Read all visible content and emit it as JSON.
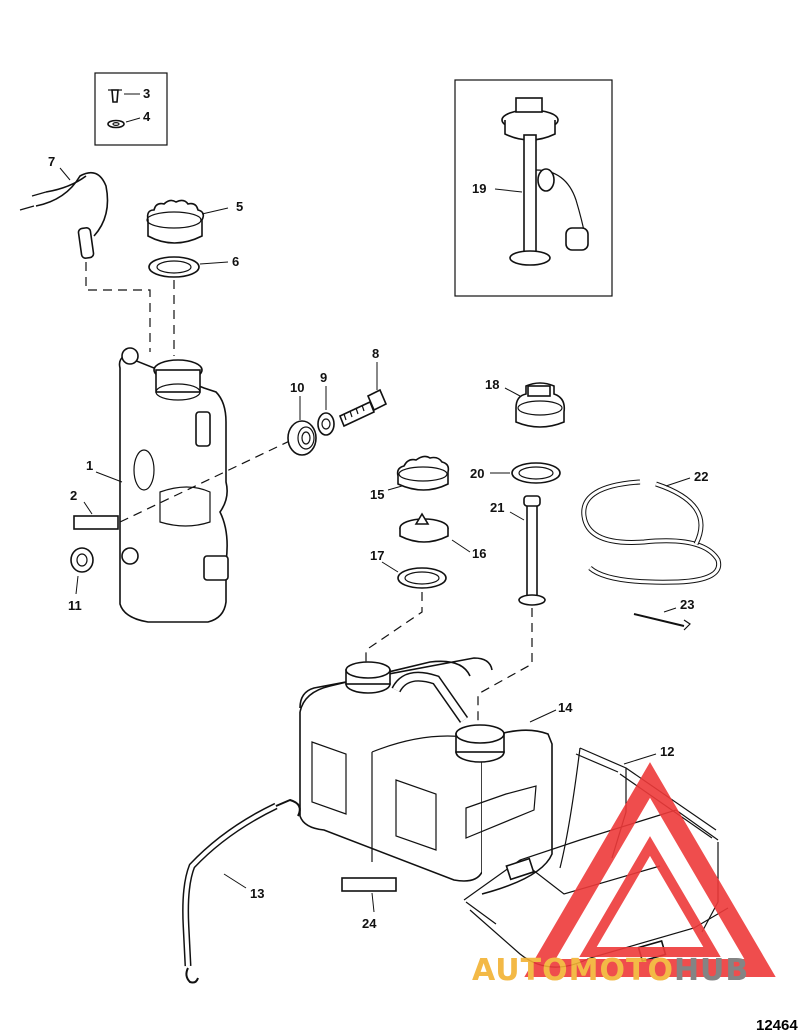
{
  "diagram": {
    "figure_number": "12464",
    "callouts": [
      "1",
      "2",
      "3",
      "4",
      "5",
      "6",
      "7",
      "8",
      "9",
      "10",
      "11",
      "12",
      "13",
      "14",
      "15",
      "16",
      "17",
      "18",
      "19",
      "20",
      "21",
      "22",
      "23",
      "24"
    ]
  },
  "watermark": {
    "word_a": "AUTO",
    "word_b": "MOTO",
    "word_c": "HUB",
    "colors": {
      "primary": "#ee3a3a",
      "secondary": "#f2b233",
      "dark": "#777777"
    }
  }
}
